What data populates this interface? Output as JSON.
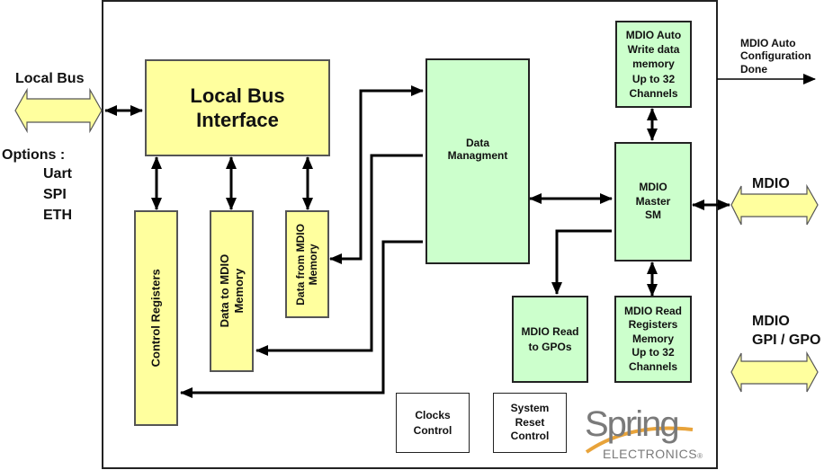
{
  "diagram": {
    "external": {
      "local_bus_label": "Local Bus",
      "options_label": "Options :",
      "options": [
        "Uart",
        "SPI",
        "ETH"
      ],
      "mdio_label": "MDIO",
      "gpio_label_line1": "MDIO",
      "gpio_label_line2": "GPI / GPO",
      "auto_config_done": [
        "MDIO Auto",
        "Configuration",
        "Done"
      ]
    },
    "blocks": {
      "local_bus_interface": [
        "Local Bus",
        "Interface"
      ],
      "control_registers": "Control Registers",
      "data_to_mdio": [
        "Data to MDIO",
        "Memory"
      ],
      "data_from_mdio": [
        "Data from MDIO",
        "Memory"
      ],
      "data_management": [
        "Data",
        "Managment"
      ],
      "mdio_auto_write": [
        "MDIO Auto",
        "Write data",
        "memory",
        "Up to 32",
        "Channels"
      ],
      "mdio_master_sm": [
        "MDIO",
        "Master",
        "SM"
      ],
      "mdio_read_gpos": [
        "MDIO Read",
        "to GPOs"
      ],
      "mdio_read_registers": [
        "MDIO Read",
        "Registers",
        "Memory",
        "Up to 32",
        "Channels"
      ],
      "clocks_control": [
        "Clocks",
        "Control"
      ],
      "system_reset_control": [
        "System",
        "Reset",
        "Control"
      ]
    },
    "logo": {
      "brand": "Spring",
      "sub": "ELECTRONICS",
      "mark": "®"
    },
    "colors": {
      "yellow_fill": "#ffff9e",
      "green_fill": "#ccffcc",
      "line": "#000000",
      "logo_gray": "#7a7a7a",
      "logo_orange": "#e8a33a"
    }
  }
}
